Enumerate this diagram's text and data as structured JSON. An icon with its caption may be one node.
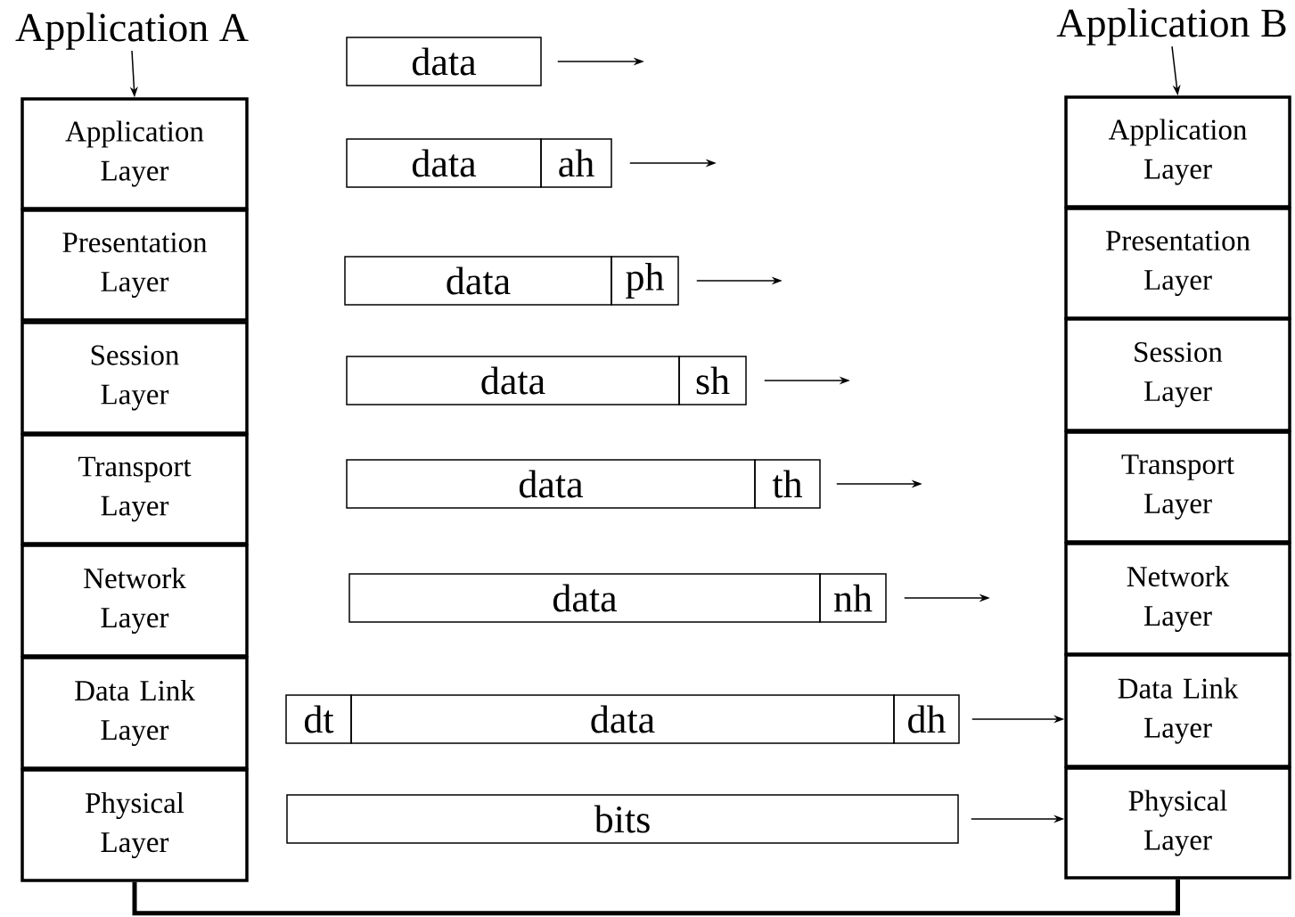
{
  "diagram": {
    "nodes": [
      {
        "text": [
          "Application A"
        ]
      },
      {
        "text": [
          "Application B"
        ]
      },
      {
        "text": [
          "Application Layer"
        ]
      },
      {
        "text": [
          "Presentation Layer"
        ]
      },
      {
        "text": [
          "Session Layer"
        ]
      },
      {
        "text": [
          "Transport Layer"
        ]
      },
      {
        "text": [
          "Network Layer"
        ]
      },
      {
        "text": [
          "Data Link Layer"
        ]
      },
      {
        "text": [
          "Physical Layer"
        ]
      },
      {
        "text": [
          "Application Layer"
        ]
      },
      {
        "text": [
          "Presentation Layer"
        ]
      },
      {
        "text": [
          "Session Layer"
        ]
      },
      {
        "text": [
          "Transport Layer"
        ]
      },
      {
        "text": [
          "Network Layer"
        ]
      },
      {
        "text": [
          "Data Link Layer"
        ]
      },
      {
        "text": [
          "Physical Layer"
        ]
      },
      {
        "text": [
          "data"
        ]
      },
      {
        "text": [
          "data"
        ]
      },
      {
        "text": [
          "ah"
        ]
      },
      {
        "text": [
          "data"
        ]
      },
      {
        "text": [
          "ph"
        ]
      },
      {
        "text": [
          "data"
        ]
      },
      {
        "text": [
          "sh"
        ]
      },
      {
        "text": [
          "data"
        ]
      },
      {
        "text": [
          "th"
        ]
      },
      {
        "text": [
          "data"
        ]
      },
      {
        "text": [
          "nh"
        ]
      },
      {
        "text": [
          "dt"
        ]
      },
      {
        "text": [
          "data"
        ]
      },
      {
        "text": [
          "dh"
        ]
      },
      {
        "text": [
          "bits"
        ]
      }
    ],
    "edges": [
      {
        "from": 0,
        "to": 2,
        "arrow": "to"
      },
      {
        "from": 1,
        "to": 9,
        "arrow": "to"
      },
      {
        "from": 16,
        "to": null,
        "arrow": "to"
      },
      {
        "from": 18,
        "to": null,
        "arrow": "to"
      },
      {
        "from": 20,
        "to": null,
        "arrow": "to"
      },
      {
        "from": 22,
        "to": null,
        "arrow": "to"
      },
      {
        "from": 24,
        "to": null,
        "arrow": "to"
      },
      {
        "from": 26,
        "to": null,
        "arrow": "to"
      },
      {
        "from": 29,
        "to": 14,
        "arrow": "to"
      },
      {
        "from": 30,
        "to": 15,
        "arrow": "to"
      },
      {
        "from": 8,
        "to": 15,
        "arrow": "none",
        "style": "thick"
      }
    ]
  }
}
